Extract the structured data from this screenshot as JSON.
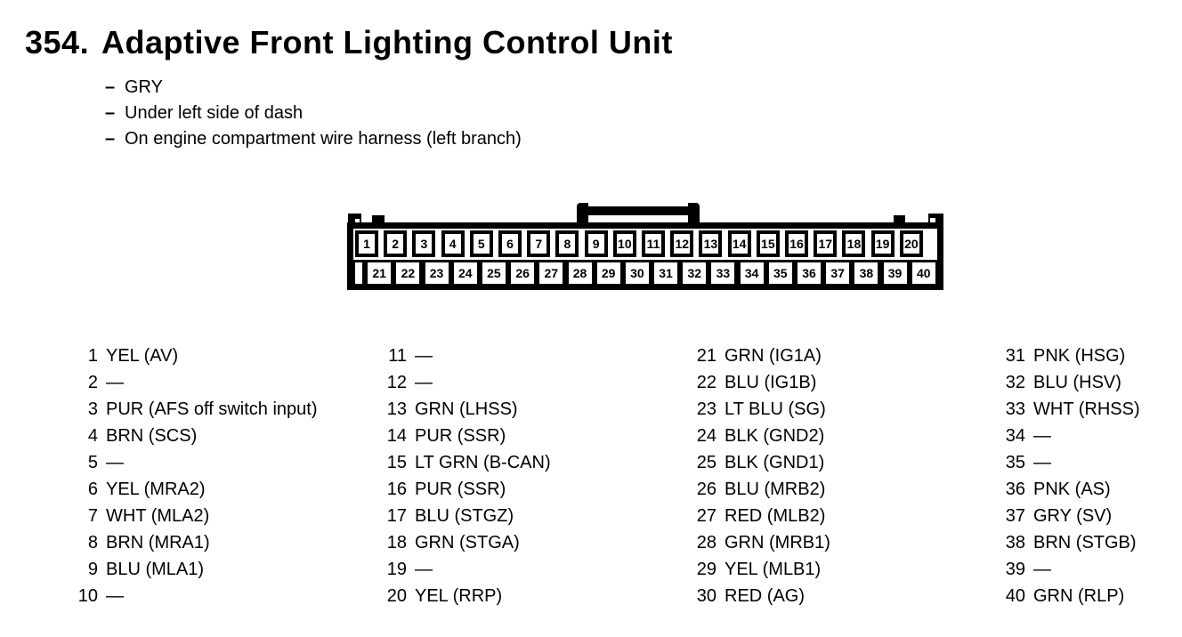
{
  "page": {
    "number": "354.",
    "title": "Adaptive Front Lighting Control Unit",
    "bullets": [
      {
        "marker": "–",
        "text": "GRY"
      },
      {
        "marker": "–",
        "text": "Under left side of dash"
      },
      {
        "marker": "–",
        "text": "On engine compartment wire harness (left branch)"
      }
    ]
  },
  "connector": {
    "description": "40-pin connector, two rows, latch on top",
    "top_row": [
      "1",
      "2",
      "3",
      "4",
      "5",
      "6",
      "7",
      "8",
      "9",
      "10",
      "11",
      "12",
      "13",
      "14",
      "15",
      "16",
      "17",
      "18",
      "19",
      "20"
    ],
    "bottom_row": [
      "21",
      "22",
      "23",
      "24",
      "25",
      "26",
      "27",
      "28",
      "29",
      "30",
      "31",
      "32",
      "33",
      "34",
      "35",
      "36",
      "37",
      "38",
      "39",
      "40"
    ]
  },
  "pin_table": {
    "columns": [
      {
        "rows": [
          {
            "pin": "1",
            "desc": "YEL (AV)"
          },
          {
            "pin": "2",
            "desc": "—"
          },
          {
            "pin": "3",
            "desc": "PUR (AFS off switch input)"
          },
          {
            "pin": "4",
            "desc": "BRN (SCS)"
          },
          {
            "pin": "5",
            "desc": "—"
          },
          {
            "pin": "6",
            "desc": "YEL (MRA2)"
          },
          {
            "pin": "7",
            "desc": "WHT (MLA2)"
          },
          {
            "pin": "8",
            "desc": "BRN (MRA1)"
          },
          {
            "pin": "9",
            "desc": "BLU (MLA1)"
          },
          {
            "pin": "10",
            "desc": "—"
          }
        ]
      },
      {
        "rows": [
          {
            "pin": "11",
            "desc": "—"
          },
          {
            "pin": "12",
            "desc": "—"
          },
          {
            "pin": "13",
            "desc": "GRN (LHSS)"
          },
          {
            "pin": "14",
            "desc": "PUR (SSR)"
          },
          {
            "pin": "15",
            "desc": "LT GRN (B-CAN)"
          },
          {
            "pin": "16",
            "desc": "PUR (SSR)"
          },
          {
            "pin": "17",
            "desc": "BLU (STGZ)"
          },
          {
            "pin": "18",
            "desc": "GRN (STGA)"
          },
          {
            "pin": "19",
            "desc": "—"
          },
          {
            "pin": "20",
            "desc": "YEL (RRP)"
          }
        ]
      },
      {
        "rows": [
          {
            "pin": "21",
            "desc": "GRN (IG1A)"
          },
          {
            "pin": "22",
            "desc": "BLU (IG1B)"
          },
          {
            "pin": "23",
            "desc": "LT BLU (SG)"
          },
          {
            "pin": "24",
            "desc": "BLK (GND2)"
          },
          {
            "pin": "25",
            "desc": "BLK (GND1)"
          },
          {
            "pin": "26",
            "desc": "BLU (MRB2)"
          },
          {
            "pin": "27",
            "desc": "RED (MLB2)"
          },
          {
            "pin": "28",
            "desc": "GRN (MRB1)"
          },
          {
            "pin": "29",
            "desc": "YEL (MLB1)"
          },
          {
            "pin": "30",
            "desc": "RED (AG)"
          }
        ]
      },
      {
        "rows": [
          {
            "pin": "31",
            "desc": "PNK (HSG)"
          },
          {
            "pin": "32",
            "desc": "BLU (HSV)"
          },
          {
            "pin": "33",
            "desc": "WHT (RHSS)"
          },
          {
            "pin": "34",
            "desc": "—"
          },
          {
            "pin": "35",
            "desc": "—"
          },
          {
            "pin": "36",
            "desc": "PNK (AS)"
          },
          {
            "pin": "37",
            "desc": "GRY (SV)"
          },
          {
            "pin": "38",
            "desc": "BRN (STGB)"
          },
          {
            "pin": "39",
            "desc": "—"
          },
          {
            "pin": "40",
            "desc": "GRN (RLP)"
          }
        ]
      }
    ]
  },
  "colors": {
    "ink": "#000000",
    "paper": "#ffffff"
  }
}
